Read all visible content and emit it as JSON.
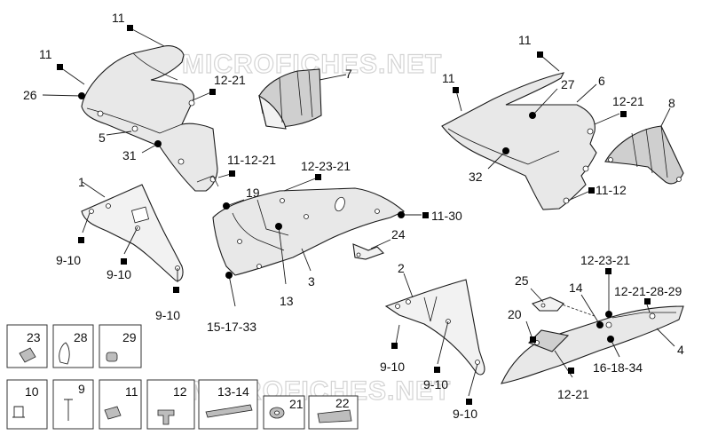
{
  "watermark": "MICROFICHES.NET",
  "callouts": {
    "c11_a": "11",
    "c11_b": "11",
    "c26": "26",
    "c5": "5",
    "c31": "31",
    "c12_21_a": "12-21",
    "c11_12_21": "11-12-21",
    "c7": "7",
    "c1": "1",
    "c9_10_a": "9-10",
    "c9_10_b": "9-10",
    "c9_10_c": "9-10",
    "c19": "19",
    "c12_23_21_a": "12-23-21",
    "c11_30": "11-30",
    "c24": "24",
    "c13": "13",
    "c3": "3",
    "c15_17_33": "15-17-33",
    "c11_c": "11",
    "c11_d": "11",
    "c27": "27",
    "c6": "6",
    "c12_21_b": "12-21",
    "c8": "8",
    "c32": "32",
    "c11_12": "11-12",
    "c2": "2",
    "c9_10_d": "9-10",
    "c9_10_e": "9-10",
    "c9_10_f": "9-10",
    "c25": "25",
    "c14": "14",
    "c12_23_21_b": "12-23-21",
    "c12_21_28_29": "12-21-28-29",
    "c20": "20",
    "c4": "4",
    "c16_18_34": "16-18-34",
    "c12_21_c": "12-21"
  },
  "hardware": [
    "23",
    "28",
    "29",
    "10",
    "9",
    "11",
    "12",
    "13-14",
    "21",
    "22"
  ]
}
